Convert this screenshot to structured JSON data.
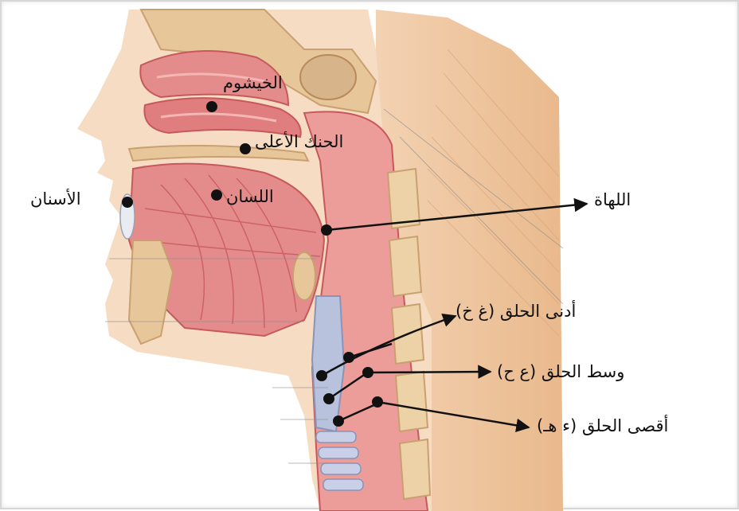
{
  "labels": {
    "nasal_cavity": "الخيشوم",
    "hard_palate": "الحنك الأعلى",
    "teeth": "الأسنان",
    "tongue": "اللسان",
    "uvula": "اللهاة",
    "lower_throat": "أدنى الحلق (غ خ)",
    "middle_throat": "وسط الحلق (ع ح)",
    "deepest_throat": "أقصى الحلق (ء هـ)"
  },
  "colors": {
    "skin": "#f6dcc3",
    "muscle": "#e48c8c",
    "muscle_dark": "#c7585c",
    "bone": "#e7c79a",
    "bone_dark": "#c9a070",
    "neck_shadow": "#efc9a5",
    "marker": "#111111"
  }
}
